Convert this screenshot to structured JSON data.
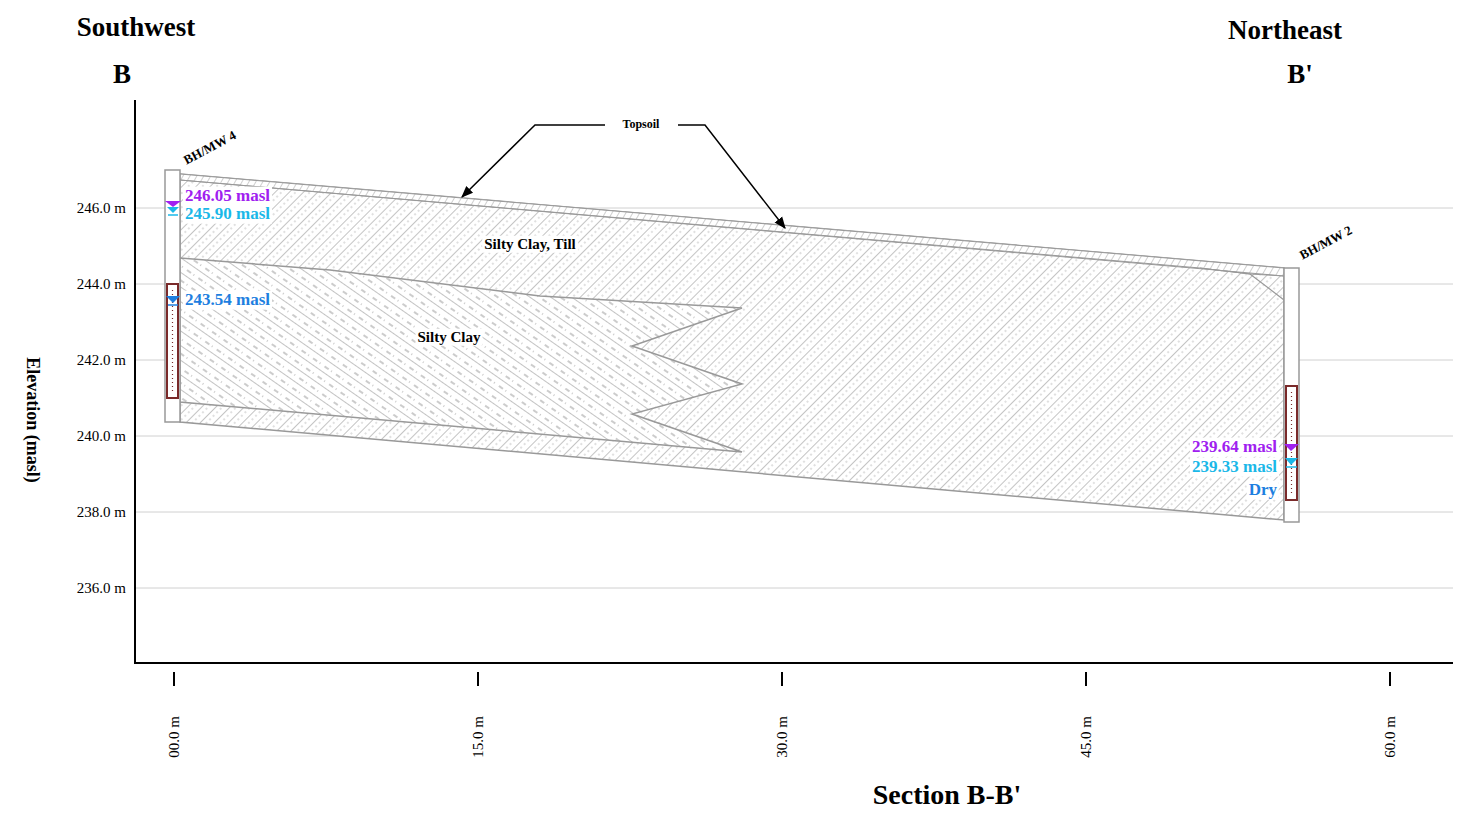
{
  "diagram": {
    "title": "Section B-B'",
    "labels": [
      "Southwest",
      "B",
      "Northeast",
      "B'",
      "BH/MW 4",
      "BH/MW 2",
      "Topsoil",
      "Silty Clay, Till",
      "Silty Clay",
      "246.05 masl",
      "245.90 masl",
      "243.54 masl",
      "239.64 masl",
      "239.33 masl",
      "Dry",
      "246.0 m",
      "244.0 m",
      "242.0 m",
      "240.0 m",
      "238.0 m",
      "236.0 m",
      "Elevation (masl)",
      "00.0 m",
      "15.0 m",
      "30.0 m",
      "45.0 m",
      "60.0 m"
    ]
  }
}
